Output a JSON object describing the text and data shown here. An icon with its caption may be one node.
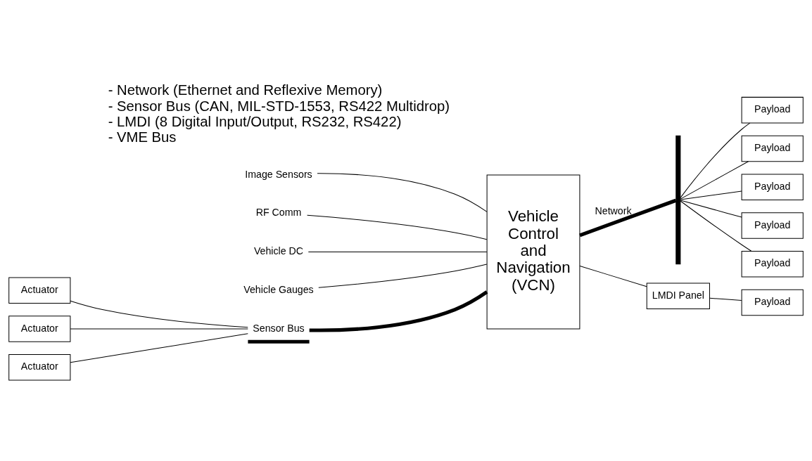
{
  "diagram": {
    "nodes": [
      {
        "text": [
          "Vehicle Control and Navigation (VCN)"
        ]
      },
      {
        "text": [
          "Image Sensors"
        ]
      },
      {
        "text": [
          "RF Comm"
        ]
      },
      {
        "text": [
          "Vehicle DC"
        ]
      },
      {
        "text": [
          "Vehicle Gauges"
        ]
      },
      {
        "text": [
          "Sensor Bus"
        ]
      },
      {
        "text": [
          "Actuator"
        ]
      },
      {
        "text": [
          "Actuator"
        ]
      },
      {
        "text": [
          "Actuator"
        ]
      },
      {
        "text": [],
        "shape": "bar"
      },
      {
        "text": [
          "Payload"
        ]
      },
      {
        "text": [
          "Payload"
        ]
      },
      {
        "text": [
          "Payload"
        ]
      },
      {
        "text": [
          "Payload"
        ]
      },
      {
        "text": [
          "Payload"
        ]
      },
      {
        "text": [
          "LMDI Panel"
        ]
      },
      {
        "text": [
          "Payload"
        ]
      }
    ],
    "edges": [
      {
        "from": 1,
        "to": 0,
        "arrow": "none"
      },
      {
        "from": 2,
        "to": 0,
        "arrow": "none"
      },
      {
        "from": 3,
        "to": 0,
        "arrow": "none"
      },
      {
        "from": 4,
        "to": 0,
        "arrow": "none"
      },
      {
        "from": 5,
        "to": 0,
        "arrow": "none",
        "style": "thick"
      },
      {
        "from": 5,
        "to": 6,
        "arrow": "none"
      },
      {
        "from": 5,
        "to": 7,
        "arrow": "none"
      },
      {
        "from": 5,
        "to": 8,
        "arrow": "none"
      },
      {
        "from": 0,
        "to": 9,
        "arrow": "none",
        "style": "thick",
        "label": "Network"
      },
      {
        "from": 9,
        "to": 10,
        "arrow": "none"
      },
      {
        "from": 9,
        "to": 11,
        "arrow": "none"
      },
      {
        "from": 9,
        "to": 12,
        "arrow": "none"
      },
      {
        "from": 9,
        "to": 13,
        "arrow": "none"
      },
      {
        "from": 9,
        "to": 14,
        "arrow": "none"
      },
      {
        "from": 0,
        "to": 15,
        "arrow": "none"
      },
      {
        "from": 15,
        "to": 16,
        "arrow": "none"
      }
    ],
    "labels": [
      "- Network (Ethernet and Reflexive Memory)",
      "- Sensor Bus (CAN, MIL-STD-1553, RS422 Multidrop)",
      "- LMDI (8 Digital Input/Output, RS232, RS422)",
      "- VME Bus"
    ]
  }
}
